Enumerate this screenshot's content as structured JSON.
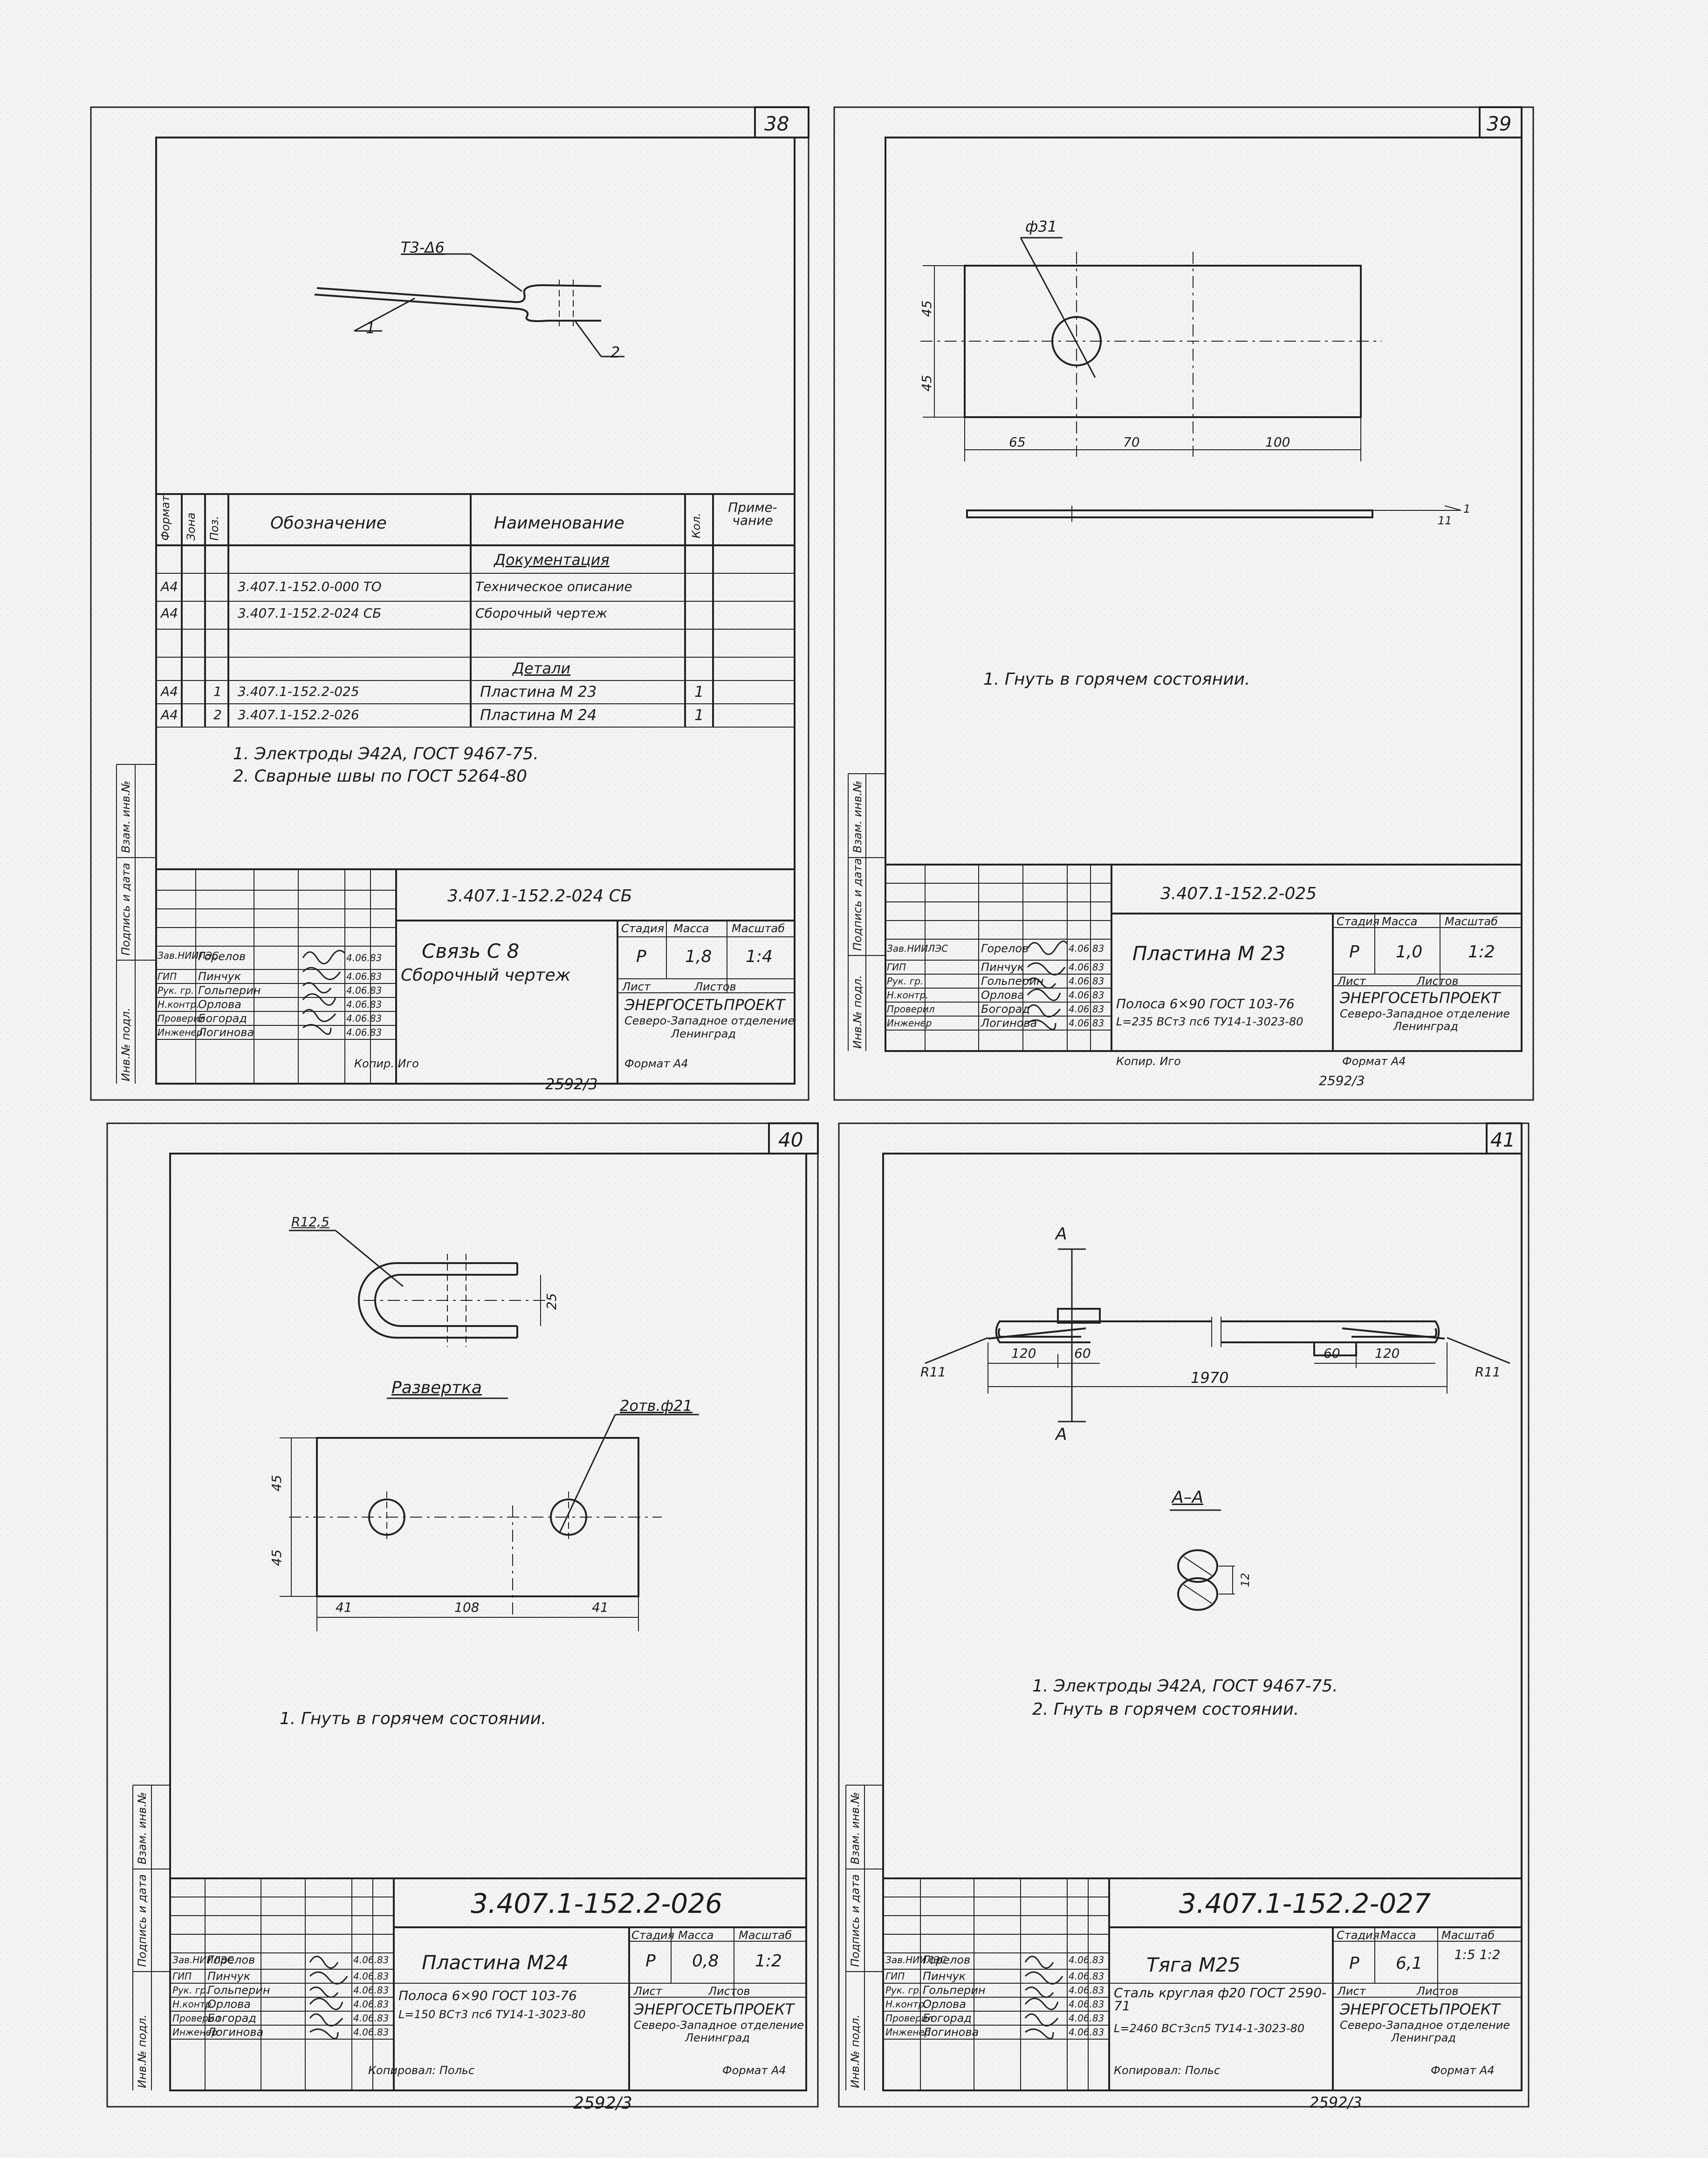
{
  "sheets": [
    {
      "number": "38",
      "drawing": {
        "callout_weld": "Т3-Δ6",
        "leader_1": "1",
        "leader_2": "2"
      },
      "spec_headers": {
        "format": "Формат",
        "zone": "Зона",
        "pos": "Поз.",
        "designation": "Обозначение",
        "name": "Наименование",
        "qty": "Кол.",
        "note": "Приме-чание"
      },
      "section_docs": "Документация",
      "section_parts": "Детали",
      "rows": [
        {
          "format": "А4",
          "pos": "",
          "designation": "3.407.1-152.0-000 ТО",
          "name": "Техническое описание",
          "qty": ""
        },
        {
          "format": "А4",
          "pos": "",
          "designation": "3.407.1-152.2-024 СБ",
          "name": "Сборочный чертеж",
          "qty": ""
        },
        {
          "format": "А4",
          "pos": "1",
          "designation": "3.407.1-152.2-025",
          "name": "Пластина М 23",
          "qty": "1"
        },
        {
          "format": "А4",
          "pos": "2",
          "designation": "3.407.1-152.2-026",
          "name": "Пластина М 24",
          "qty": "1"
        }
      ],
      "notes": [
        "1. Электроды Э42А, ГОСТ 9467-75.",
        "2. Сварные швы по ГОСТ 5264-80"
      ],
      "code": "3.407.1-152.2-024 СБ",
      "title": "Связь С 8",
      "subtitle": "Сборочный чертеж",
      "stage": "Р",
      "mass": "1,8",
      "scale": "1:4",
      "material": "",
      "copy_note": "Копир. Иго",
      "format_note": "Формат А4",
      "archive": "2592/3"
    },
    {
      "number": "39",
      "drawing": {
        "hole": "ф31",
        "dim_h1": "45",
        "dim_h2": "45",
        "dim_w1": "65",
        "dim_w2": "70",
        "dim_w3": "100",
        "thk": "11",
        "leader_1": "1"
      },
      "notes": [
        "1. Гнуть в горячем состоянии."
      ],
      "code": "3.407.1-152.2-025",
      "title": "Пластина М 23",
      "subtitle": "",
      "stage": "Р",
      "mass": "1,0",
      "scale": "1:2",
      "material": "Полоса 6×90 ГОСТ 103-76",
      "material2": "L=235 ВСт3 пс6 ТУ14-1-3023-80",
      "copy_note": "Копир. Иго",
      "format_note": "Формат А4",
      "archive": "2592/3"
    },
    {
      "number": "40",
      "drawing": {
        "radius": "R12,5",
        "dim_gap": "25",
        "unfold": "Развертка",
        "holes": "2отв.ф21",
        "dim_h1": "45",
        "dim_h2": "45",
        "dim_w1": "41",
        "dim_w2": "108",
        "dim_w3": "41"
      },
      "notes": [
        "1. Гнуть в горячем состоянии."
      ],
      "code": "3.407.1-152.2-026",
      "title": "Пластина М24",
      "subtitle": "",
      "stage": "Р",
      "mass": "0,8",
      "scale": "1:2",
      "material": "Полоса 6×90 ГОСТ 103-76",
      "material2": "L=150 ВСт3 пс6 ТУ14-1-3023-80",
      "copy_note": "Копировал: Польс",
      "format_note": "Формат А4",
      "archive": "2592/3"
    },
    {
      "number": "41",
      "drawing": {
        "cut": "А",
        "cut2": "А",
        "section": "А–А",
        "r_left": "R11",
        "r_right": "R11",
        "d1": "120",
        "d2": "60",
        "d3": "60",
        "d4": "120",
        "total": "1970",
        "sec_dim": "12"
      },
      "notes": [
        "1. Электроды Э42А, ГОСТ 9467-75.",
        "2. Гнуть в горячем состоянии."
      ],
      "code": "3.407.1-152.2-027",
      "title": "Тяга М25",
      "subtitle": "",
      "stage": "Р",
      "mass": "6,1",
      "scale": "1:5 1:2",
      "material": "Сталь круглая ф20 ГОСТ 2590-71",
      "material2": "L=2460 ВСт3сп5 ТУ14-1-3023-80",
      "copy_note": "Копировал: Польс",
      "format_note": "Формат А4",
      "archive": "2592/3"
    }
  ],
  "stamp": {
    "roles": [
      "Зав.НИИЛЭС",
      "ГИП",
      "Рук. гр.",
      "Н.контр.",
      "Проверил",
      "Инженер"
    ],
    "names": [
      "Горелов",
      "Пинчук",
      "Гольперин",
      "Орлова",
      "Богорад",
      "Логинова"
    ],
    "date": "4.06.83",
    "stage_label": "Стадия",
    "mass_label": "Масса",
    "scale_label": "Масштаб",
    "sheet_label": "Лист",
    "sheets_label": "Листов",
    "org": "ЭНЕРГОСЕТЬПРОЕКТ",
    "org_branch": "Северо-Западное отделение",
    "org_city": "Ленинград"
  },
  "side_labels": [
    "Инв.№ подл.",
    "Подпись и дата",
    "Взам. инв.№"
  ]
}
